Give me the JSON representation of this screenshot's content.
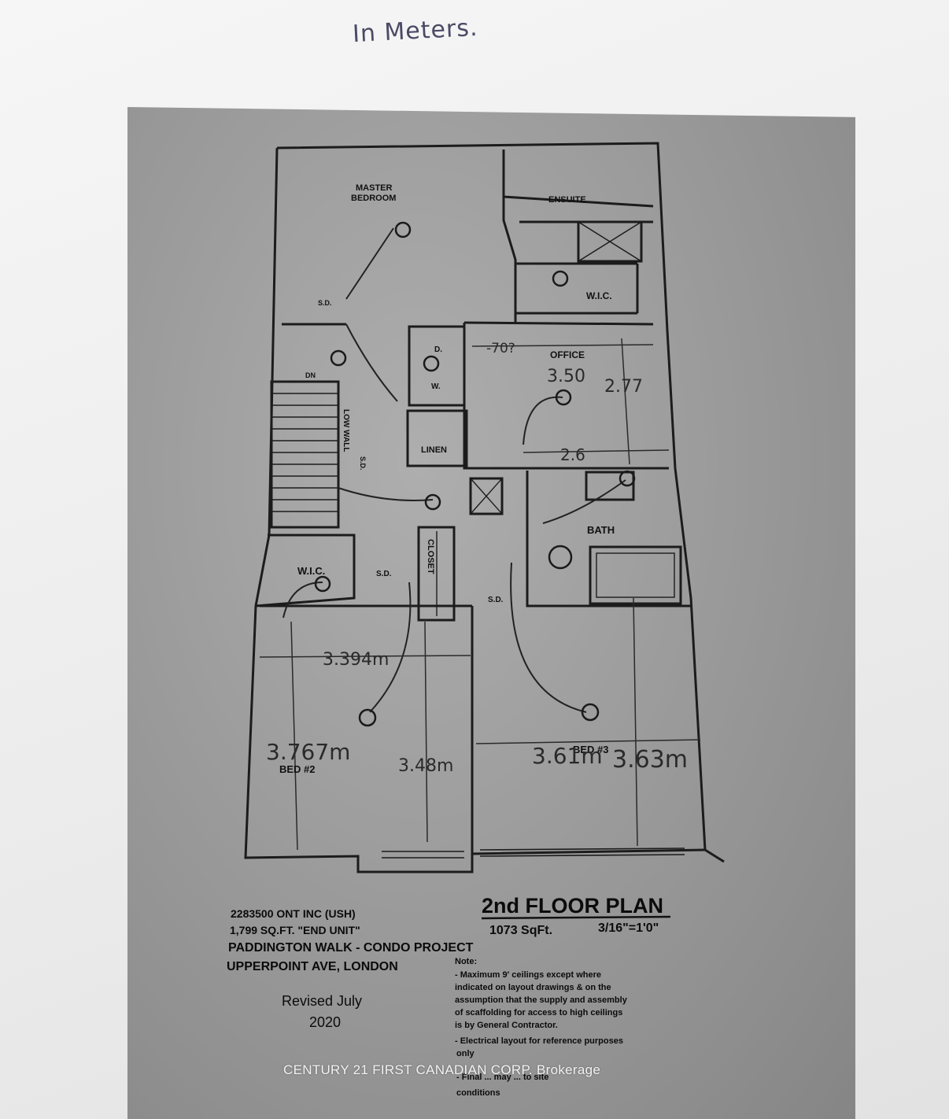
{
  "handwritten_note": "In Meters.",
  "rooms": {
    "master_bedroom_1": "MASTER",
    "master_bedroom_2": "BEDROOM",
    "ensuite": "ENSUITE",
    "wic_master": "W.I.C.",
    "office": "OFFICE",
    "dryer": "D.",
    "washer": "W.",
    "linen": "LINEN",
    "low_wall": "LOW WALL",
    "dn": "DN",
    "bath": "BATH",
    "wic_bed2": "W.I.C.",
    "closet": "CLOSET",
    "bed2": "BED #2",
    "bed3": "BED #3",
    "sd_master": "S.D.",
    "sd_hall": "S.D.",
    "sd_bed2": "S.D.",
    "sd_bed3": "S.D."
  },
  "dimensions": {
    "office_top": "-70?",
    "office_width": "3.50",
    "office_height": "2.77",
    "office_bottom": "2.6",
    "bed2_width": "3.394m",
    "bed2_length": "3.767m",
    "bed2_mid": "3.48m",
    "bed3_width": "3.61m",
    "bed3_length": "3.63m"
  },
  "title_block": {
    "title": "2nd FLOOR PLAN",
    "area": "1073 SqFt.",
    "scale": "3/16\"=1'0\"",
    "line1": "2283500 ONT INC (USH)",
    "line2": "1,799 SQ.FT. \"END UNIT\"",
    "line3": "PADDINGTON WALK - CONDO PROJECT",
    "line4": "UPPERPOINT AVE, LONDON",
    "revised_1": "Revised July",
    "revised_2": "2020"
  },
  "notes": {
    "heading": "Note:",
    "l1": "- Maximum 9' ceilings except where",
    "l2": "indicated on layout drawings & on the",
    "l3": "assumption that the supply and assembly",
    "l4": "of scaffolding for access to high ceilings",
    "l5": "is by General Contractor.",
    "l6": "- Electrical layout for reference purposes",
    "l7": "only",
    "l8": "- Final ... may ... to site",
    "l9": "conditions"
  },
  "watermark": "CENTURY 21 FIRST CANADIAN CORP. Brokerage"
}
